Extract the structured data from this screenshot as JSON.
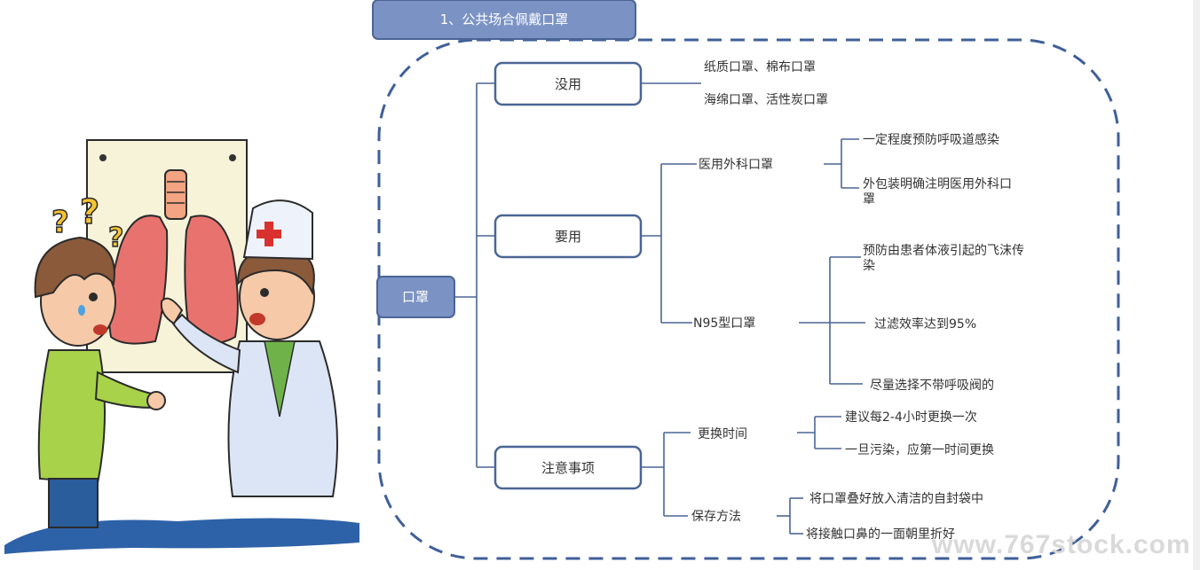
{
  "title": "1、公共场合佩戴口罩",
  "root": "口罩",
  "branches": [
    {
      "label": "没用",
      "children": [
        {
          "label": "纸质口罩、棉布口罩"
        },
        {
          "label": "海绵口罩、活性炭口罩"
        }
      ]
    },
    {
      "label": "要用",
      "children": [
        {
          "label": "医用外科口罩",
          "children": [
            "一定程度预防呼吸道感染",
            "外包装明确注明医用外科口|罩"
          ]
        },
        {
          "label": "N95型口罩",
          "children": [
            "预防由患者体液引起的飞沫传|染",
            "过滤效率达到95%",
            "尽量选择不带呼吸阀的"
          ]
        }
      ]
    },
    {
      "label": "注意事项",
      "children": [
        {
          "label": "更换时间",
          "children": [
            "建议每2-4小时更换一次",
            "一旦污染，应第一时间更换"
          ]
        },
        {
          "label": "保存方法",
          "children": [
            "将口罩叠好放入清洁的自封袋中",
            "将接触口鼻的一面朝里折好"
          ]
        }
      ]
    }
  ],
  "watermark": "www.767stock.com",
  "colors": {
    "title_fill": "#7b93c4",
    "root_fill": "#7b93c4",
    "node_border": "#4a6595",
    "line": "#4a6595",
    "dash": "#3f5f99"
  },
  "illustration_icons": [
    "question-mark-icon",
    "lungs-chart-icon",
    "red-cross-icon"
  ]
}
